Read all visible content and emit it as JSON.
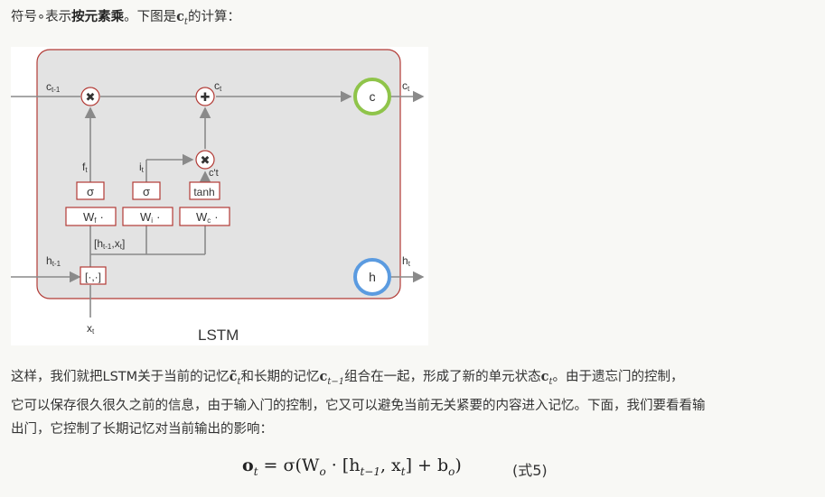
{
  "intro": {
    "before": "符号∘表示",
    "bold": "按元素乘",
    "middle": "。下图是",
    "math": "c",
    "math_sub": "t",
    "after": "的计算："
  },
  "diagram": {
    "caption": "LSTM",
    "c_prev": "c",
    "c_prev_sub": "t-1",
    "c_out": "c",
    "c_out_sub": "t",
    "c_mid": "c",
    "c_mid_sub": "t",
    "h_prev": "h",
    "h_prev_sub": "t-1",
    "h_out": "h",
    "h_out_sub": "t",
    "x_in": "x",
    "x_in_sub": "t",
    "f_label": "f",
    "f_sub": "t",
    "i_label": "i",
    "i_sub": "t",
    "cand_label": "c't",
    "sigma_f": "σ",
    "sigma_i": "σ",
    "tanh": "tanh",
    "wf": "W",
    "wf_sub": "f",
    "wi": "W",
    "wi_sub": "i",
    "wc": "W",
    "wc_sub": "c",
    "dot": "·",
    "concat_label": "[h",
    "concat_sub": "t-1",
    "concat_rest": ",x",
    "concat_sub2": "t",
    "concat_close": "]",
    "concat_box": "[·,·]",
    "cell_c": "c",
    "cell_h": "h",
    "mul_symbol": "✖",
    "add_symbol": "✚",
    "colors": {
      "cell_border": "#8fc44a",
      "hidden_border": "#5b9be0",
      "frame_border": "#b23a35",
      "frame_fill": "#e3e3e3",
      "arrow": "#8a8a8a",
      "box_border": "#b23a35"
    }
  },
  "paragraph": {
    "line1_a": "这样，我们就把LSTM关于当前的记忆",
    "line1_m1": "c̃",
    "line1_m1_sub": "t",
    "line1_b": "和长期的记忆",
    "line1_m2": "c",
    "line1_m2_sub": "t−1",
    "line1_c": "组合在一起，形成了新的单元状态",
    "line1_m3": "c",
    "line1_m3_sub": "t",
    "line1_d": "。由于遗忘门的控制，",
    "line2": "它可以保存很久很久之前的信息，由于输入门的控制，它又可以避免当前无关紧要的内容进入记忆。下面，我们要看看输",
    "line3": "出门，它控制了长期记忆对当前输出的影响："
  },
  "formula": {
    "lhs": "o",
    "lhs_sub": "t",
    "eq": " = σ(W",
    "w_sub": "o",
    "mid": " · [h",
    "h_sub": "t−1",
    "comma": ", x",
    "x_sub": "t",
    "close": "] + b",
    "b_sub": "o",
    "end": ")",
    "number": "(式5)"
  }
}
